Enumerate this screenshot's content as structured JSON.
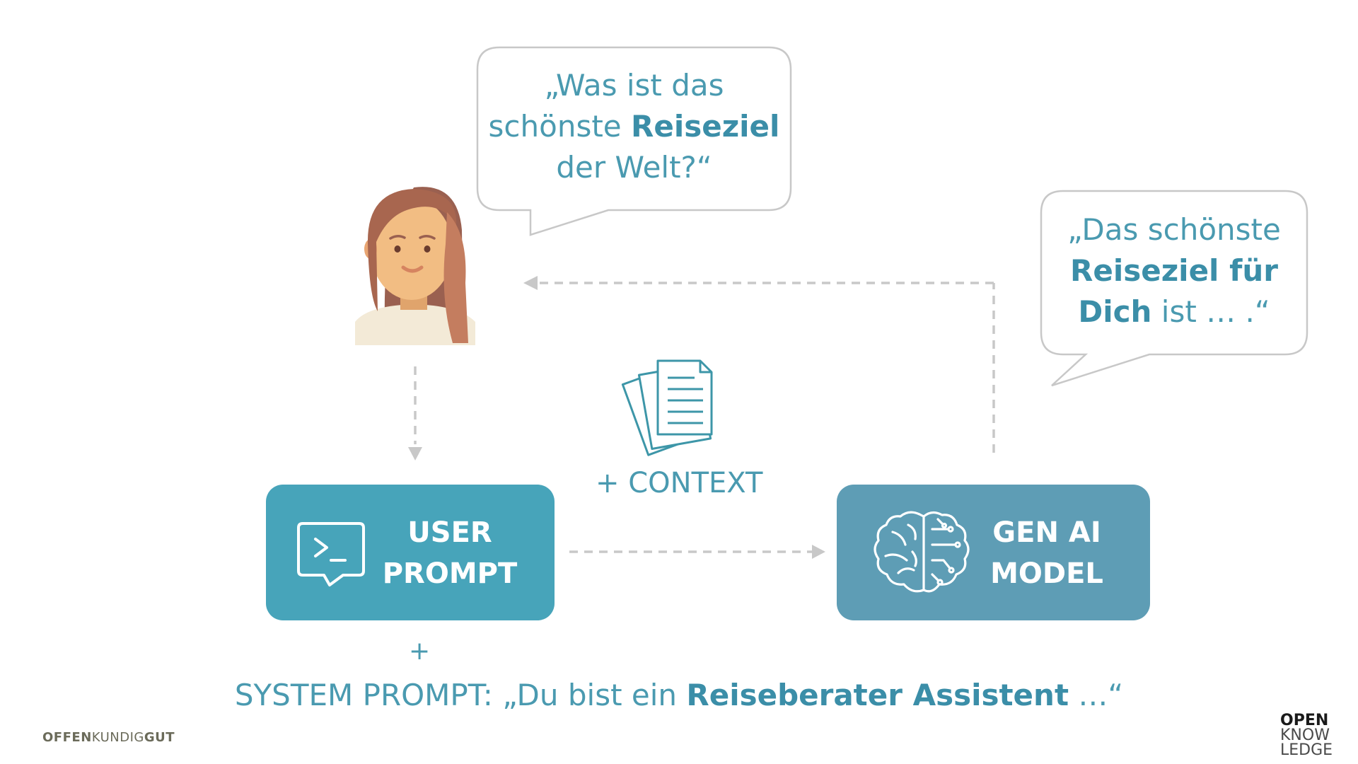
{
  "user_bubble": {
    "line1": "„Was ist das",
    "line2_pre": "schönste ",
    "line2_bold": "Reiseziel",
    "line3": "der Welt?“"
  },
  "ai_bubble": {
    "line1": "„Das schönste",
    "line2_bold": "Reiseziel für",
    "line3_bold": "Dich",
    "line3_post": " ist … .“"
  },
  "context_label": "+ CONTEXT",
  "user_prompt": {
    "line1": "USER",
    "line2": "PROMPT"
  },
  "gen_ai_model": {
    "line1": "GEN AI",
    "line2": "MODEL"
  },
  "plus": "+",
  "system_prompt": {
    "label": "SYSTEM PROMPT:  „Du bist ein ",
    "bold": "Reiseberater Assistent",
    "end": " …“"
  },
  "branding": {
    "left_bold1": "OFFEN",
    "left_regular": "KUNDIG",
    "left_bold2": "GUT",
    "right_line1": "OPEN",
    "right_line2": "KNOW",
    "right_line3": "LEDGE"
  },
  "icons": [
    "person-avatar",
    "documents-icon",
    "terminal-chat-icon",
    "brain-circuit-icon"
  ],
  "colors": {
    "user_prompt_box": "#47a4ba",
    "gen_ai_box": "#5e9db5",
    "text_accent": "#4a9ab0",
    "arrow": "#c8c8c8",
    "bubble_border": "#c8c8c8"
  }
}
